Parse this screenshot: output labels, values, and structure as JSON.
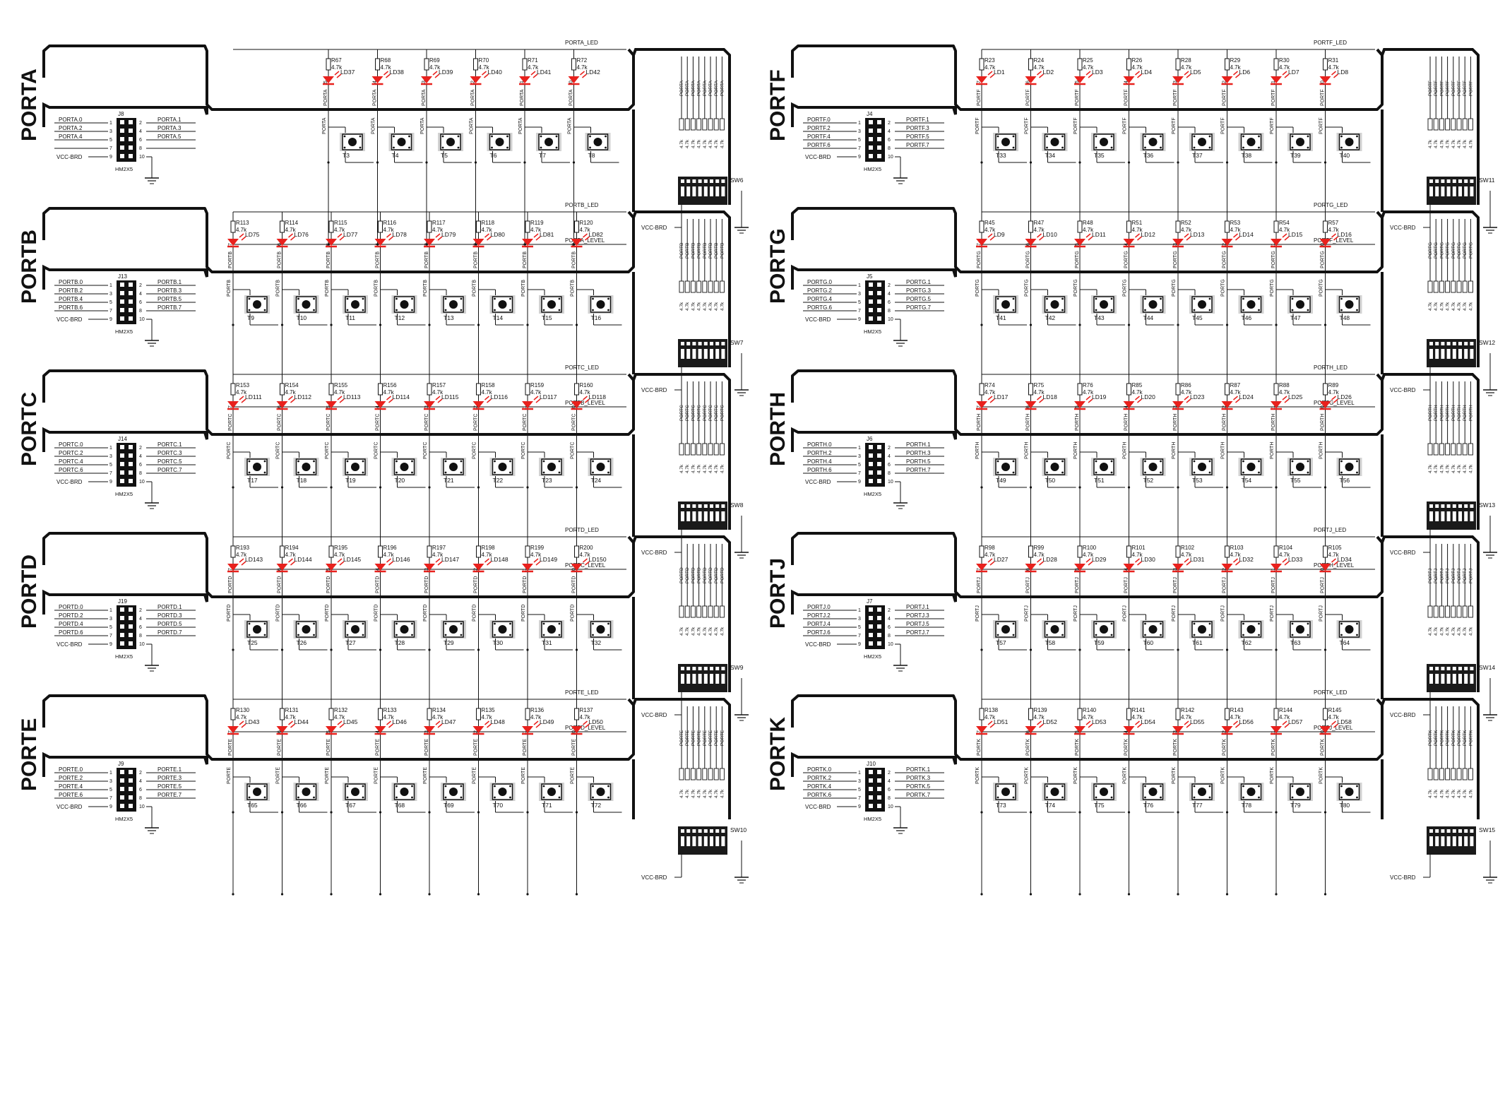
{
  "colors": {
    "ink": "#111111",
    "led_red": "#e8211d",
    "button_grey": "#d2d2d2",
    "switch_body": "#1a1a1a",
    "switch_key": "#ffffff"
  },
  "common": {
    "header_part": "HM2X5",
    "vcc_label": "VCC-BRD",
    "resistor_value": "4.7k"
  },
  "ports": [
    {
      "letter": "A",
      "title": "PORTA",
      "net": "PORTA",
      "header": "J8",
      "sw": "SW6",
      "led_net": "PORTA_LED",
      "level_net": "PORTA_LEVEL",
      "bits": [
        5,
        4,
        3,
        2,
        1,
        0
      ],
      "res": [
        "R67",
        "R68",
        "R69",
        "R70",
        "R71",
        "R72"
      ],
      "leds": [
        "LD37",
        "LD38",
        "LD39",
        "LD40",
        "LD41",
        "LD42"
      ],
      "btns": [
        "T3",
        "T4",
        "T5",
        "T6",
        "T7",
        "T8"
      ],
      "hdr_left": [
        "PORTA.0",
        "PORTA.2",
        "PORTA.4",
        "",
        ""
      ],
      "hdr_right": [
        "PORTA.1",
        "PORTA.3",
        "PORTA.5",
        "",
        ""
      ]
    },
    {
      "letter": "B",
      "title": "PORTB",
      "net": "PORTB",
      "header": "J13",
      "sw": "SW7",
      "led_net": "PORTB_LED",
      "level_net": "PORTB_LEVEL",
      "bits": [
        7,
        6,
        5,
        4,
        3,
        2,
        1,
        0
      ],
      "res": [
        "R113",
        "R114",
        "R115",
        "R116",
        "R117",
        "R118",
        "R119",
        "R120"
      ],
      "leds": [
        "LD75",
        "LD76",
        "LD77",
        "LD78",
        "LD79",
        "LD80",
        "LD81",
        "LD82"
      ],
      "btns": [
        "T9",
        "T10",
        "T11",
        "T12",
        "T13",
        "T14",
        "T15",
        "T16"
      ],
      "hdr_left": [
        "PORTB.0",
        "PORTB.2",
        "PORTB.4",
        "PORTB.6",
        ""
      ],
      "hdr_right": [
        "PORTB.1",
        "PORTB.3",
        "PORTB.5",
        "PORTB.7",
        ""
      ]
    },
    {
      "letter": "C",
      "title": "PORTC",
      "net": "PORTC",
      "header": "J14",
      "sw": "SW8",
      "led_net": "PORTC_LED",
      "level_net": "PORTC_LEVEL",
      "bits": [
        7,
        6,
        5,
        4,
        3,
        2,
        1,
        0
      ],
      "res": [
        "R153",
        "R154",
        "R155",
        "R156",
        "R157",
        "R158",
        "R159",
        "R160"
      ],
      "leds": [
        "LD111",
        "LD112",
        "LD113",
        "LD114",
        "LD115",
        "LD116",
        "LD117",
        "LD118"
      ],
      "btns": [
        "T17",
        "T18",
        "T19",
        "T20",
        "T21",
        "T22",
        "T23",
        "T24"
      ],
      "hdr_left": [
        "PORTC.0",
        "PORTC.2",
        "PORTC.4",
        "PORTC.6",
        ""
      ],
      "hdr_right": [
        "PORTC.1",
        "PORTC.3",
        "PORTC.5",
        "PORTC.7",
        ""
      ]
    },
    {
      "letter": "D",
      "title": "PORTD",
      "net": "PORTD",
      "header": "J19",
      "sw": "SW9",
      "led_net": "PORTD_LED",
      "level_net": "PORTD_LEVEL",
      "bits": [
        7,
        6,
        5,
        4,
        3,
        2,
        1,
        0
      ],
      "res": [
        "R193",
        "R194",
        "R195",
        "R196",
        "R197",
        "R198",
        "R199",
        "R200"
      ],
      "leds": [
        "LD143",
        "LD144",
        "LD145",
        "LD146",
        "LD147",
        "LD148",
        "LD149",
        "LD150"
      ],
      "btns": [
        "T25",
        "T26",
        "T27",
        "T28",
        "T29",
        "T30",
        "T31",
        "T32"
      ],
      "hdr_left": [
        "PORTD.0",
        "PORTD.2",
        "PORTD.4",
        "PORTD.6",
        ""
      ],
      "hdr_right": [
        "PORTD.1",
        "PORTD.3",
        "PORTD.5",
        "PORTD.7",
        ""
      ]
    },
    {
      "letter": "E",
      "title": "PORTE",
      "net": "PORTE",
      "header": "J9",
      "sw": "SW10",
      "led_net": "PORTE_LED",
      "level_net": "",
      "bits": [
        7,
        6,
        5,
        4,
        3,
        2,
        1,
        0
      ],
      "res": [
        "R130",
        "R131",
        "R132",
        "R133",
        "R134",
        "R135",
        "R136",
        "R137"
      ],
      "leds": [
        "LD43",
        "LD44",
        "LD45",
        "LD46",
        "LD47",
        "LD48",
        "LD49",
        "LD50"
      ],
      "btns": [
        "T65",
        "T66",
        "T67",
        "T68",
        "T69",
        "T70",
        "T71",
        "T72"
      ],
      "hdr_left": [
        "PORTE.0",
        "PORTE.2",
        "PORTE.4",
        "PORTE.6",
        ""
      ],
      "hdr_right": [
        "PORTE.1",
        "PORTE.3",
        "PORTE.5",
        "PORTE.7",
        ""
      ]
    },
    {
      "letter": "F",
      "title": "PORTF",
      "net": "PORTF",
      "header": "J4",
      "sw": "SW11",
      "led_net": "PORTF_LED",
      "level_net": "PORTF_LEVEL",
      "bits": [
        7,
        6,
        5,
        4,
        3,
        2,
        1,
        0
      ],
      "res": [
        "R23",
        "R24",
        "R25",
        "R26",
        "R28",
        "R29",
        "R30",
        "R31"
      ],
      "leds": [
        "LD1",
        "LD2",
        "LD3",
        "LD4",
        "LD5",
        "LD6",
        "LD7",
        "LD8"
      ],
      "btns": [
        "T33",
        "T34",
        "T35",
        "T36",
        "T37",
        "T38",
        "T39",
        "T40"
      ],
      "hdr_left": [
        "PORTF.0",
        "PORTF.2",
        "PORTF.4",
        "PORTF.6",
        ""
      ],
      "hdr_right": [
        "PORTF.1",
        "PORTF.3",
        "PORTF.5",
        "PORTF.7",
        ""
      ]
    },
    {
      "letter": "G",
      "title": "PORTG",
      "net": "PORTG",
      "header": "J5",
      "sw": "SW12",
      "led_net": "PORTG_LED",
      "level_net": "PORTG_LEVEL",
      "bits": [
        7,
        6,
        5,
        4,
        3,
        2,
        1,
        0
      ],
      "res": [
        "R45",
        "R47",
        "R48",
        "R51",
        "R52",
        "R53",
        "R54",
        "R57"
      ],
      "leds": [
        "LD9",
        "LD10",
        "LD11",
        "LD12",
        "LD13",
        "LD14",
        "LD15",
        "LD16"
      ],
      "btns": [
        "T41",
        "T42",
        "T43",
        "T44",
        "T45",
        "T46",
        "T47",
        "T48"
      ],
      "hdr_left": [
        "PORTG.0",
        "PORTG.2",
        "PORTG.4",
        "PORTG.6",
        ""
      ],
      "hdr_right": [
        "PORTG.1",
        "PORTG.3",
        "PORTG.5",
        "PORTG.7",
        ""
      ]
    },
    {
      "letter": "H",
      "title": "PORTH",
      "net": "PORTH",
      "header": "J6",
      "sw": "SW13",
      "led_net": "PORTH_LED",
      "level_net": "PORTH_LEVEL",
      "bits": [
        7,
        6,
        5,
        4,
        3,
        2,
        1,
        0
      ],
      "res": [
        "R74",
        "R75",
        "R76",
        "R85",
        "R86",
        "R87",
        "R88",
        "R89"
      ],
      "leds": [
        "LD17",
        "LD18",
        "LD19",
        "LD20",
        "LD23",
        "LD24",
        "LD25",
        "LD26"
      ],
      "btns": [
        "T49",
        "T50",
        "T51",
        "T52",
        "T53",
        "T54",
        "T55",
        "T56"
      ],
      "hdr_left": [
        "PORTH.0",
        "PORTH.2",
        "PORTH.4",
        "PORTH.6",
        ""
      ],
      "hdr_right": [
        "PORTH.1",
        "PORTH.3",
        "PORTH.5",
        "PORTH.7",
        ""
      ]
    },
    {
      "letter": "J",
      "title": "PORTJ",
      "net": "PORTJ",
      "header": "J7",
      "sw": "SW14",
      "led_net": "PORTJ_LED",
      "level_net": "PORTJ_LEVEL",
      "bits": [
        7,
        6,
        5,
        4,
        3,
        2,
        1,
        0
      ],
      "res": [
        "R98",
        "R99",
        "R100",
        "R101",
        "R102",
        "R103",
        "R104",
        "R105"
      ],
      "leds": [
        "LD27",
        "LD28",
        "LD29",
        "LD30",
        "LD31",
        "LD32",
        "LD33",
        "LD34"
      ],
      "btns": [
        "T57",
        "T58",
        "T59",
        "T60",
        "T61",
        "T62",
        "T63",
        "T64"
      ],
      "hdr_left": [
        "PORTJ.0",
        "PORTJ.2",
        "PORTJ.4",
        "PORTJ.6",
        ""
      ],
      "hdr_right": [
        "PORTJ.1",
        "PORTJ.3",
        "PORTJ.5",
        "PORTJ.7",
        ""
      ]
    },
    {
      "letter": "K",
      "title": "PORTK",
      "net": "PORTK",
      "header": "J10",
      "sw": "SW15",
      "led_net": "PORTK_LED",
      "level_net": "",
      "bits": [
        7,
        6,
        5,
        4,
        3,
        2,
        1,
        0
      ],
      "res": [
        "R138",
        "R139",
        "R140",
        "R141",
        "R142",
        "R143",
        "R144",
        "R145"
      ],
      "leds": [
        "LD51",
        "LD52",
        "LD53",
        "LD54",
        "LD55",
        "LD56",
        "LD57",
        "LD58"
      ],
      "btns": [
        "T73",
        "T74",
        "T75",
        "T76",
        "T77",
        "T78",
        "T79",
        "T80"
      ],
      "hdr_left": [
        "PORTK.0",
        "PORTK.2",
        "PORTK.4",
        "PORTK.6",
        ""
      ],
      "hdr_right": [
        "PORTK.1",
        "PORTK.3",
        "PORTK.5",
        "PORTK.7",
        ""
      ]
    }
  ]
}
